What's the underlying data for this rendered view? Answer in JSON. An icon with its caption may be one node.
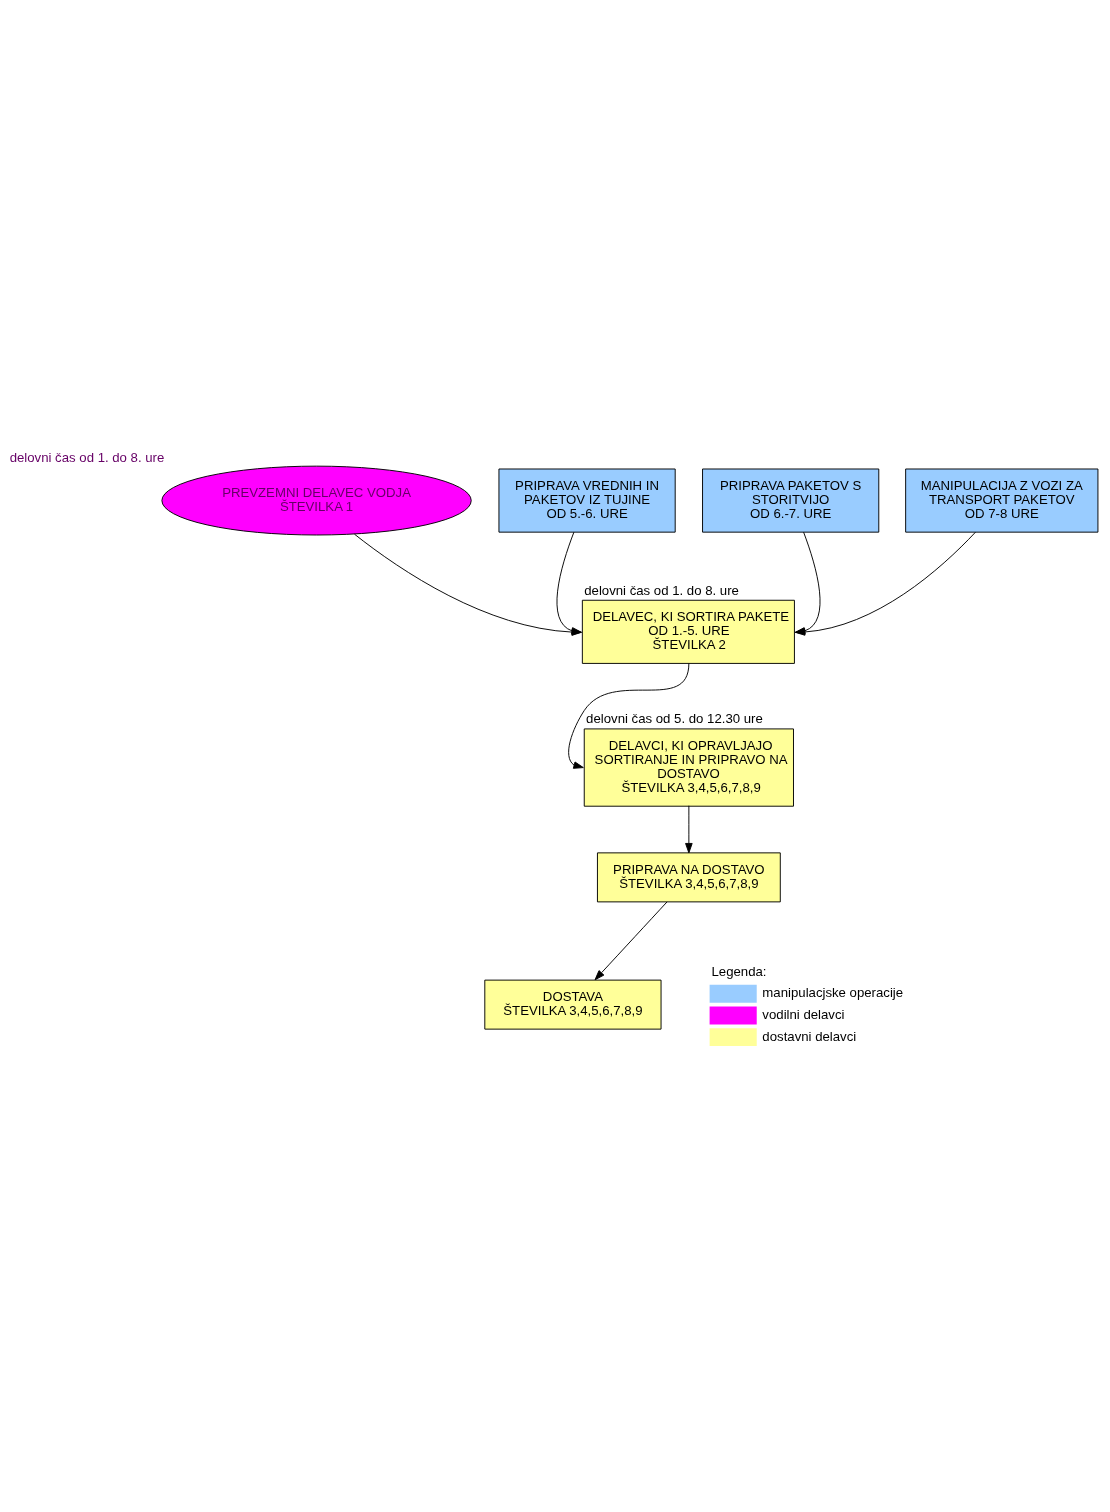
{
  "diagram": {
    "nodes": [
      {
        "text": [
          "PREVZEMNI DELAVEC VODJA ŠTEVILKA 1"
        ],
        "beside": [
          "delovni čas od 1. do 8. ure"
        ]
      },
      {
        "text": [
          "DELAVEC, KI SORTIRA PAKETE",
          "OD 1.-5. URE",
          "ŠTEVILKA 2"
        ],
        "beside": [
          "delovni čas od 1. do 8. ure"
        ]
      },
      {
        "text": [
          "PRIPRAVA VREDNIH IN PAKETOV IZ TUJINE",
          "OD 5.-6. URE"
        ]
      },
      {
        "text": [
          "PRIPRAVA PAKETOV S STORITVIJO",
          "OD 6.-7. URE"
        ]
      },
      {
        "text": [
          "MANIPULACIJA Z VOZI ZA TRANSPORT PAKETOV",
          "OD 7-8 URE"
        ]
      },
      {
        "text": [
          "DELAVCI, KI OPRAVLJAJO SORTIRANJE IN PRIPRAVO NA DOSTAVO",
          "ŠTEVILKA 3,4,5,6,7,8,9"
        ],
        "beside": [
          "delovni čas od 5. do 12.30 ure"
        ]
      },
      {
        "text": [
          "PRIPRAVA NA DOSTAVO",
          "ŠTEVILKA 3,4,5,6,7,8,9"
        ]
      },
      {
        "text": [
          "DOSTAVA",
          "ŠTEVILKA 3,4,5,6,7,8,9"
        ]
      }
    ],
    "edges": [
      {
        "from": 0,
        "to": 1,
        "arrow": "to"
      },
      {
        "from": 2,
        "to": 1,
        "arrow": "to"
      },
      {
        "from": 3,
        "to": 1,
        "arrow": "to"
      },
      {
        "from": 4,
        "to": 1,
        "arrow": "to"
      },
      {
        "from": 1,
        "to": 5,
        "arrow": "to"
      },
      {
        "from": 5,
        "to": 6,
        "arrow": "to"
      },
      {
        "from": 6,
        "to": 7,
        "arrow": "to"
      }
    ],
    "labels": [
      "Legenda:"
    ],
    "legend": [
      {
        "text": "manipulacjske operacije",
        "color": "#99ccff"
      },
      {
        "text": "vodilni delavci",
        "color": "#ff00ff"
      },
      {
        "text": "dostavni delavci",
        "color": "#ffff99"
      }
    ]
  }
}
